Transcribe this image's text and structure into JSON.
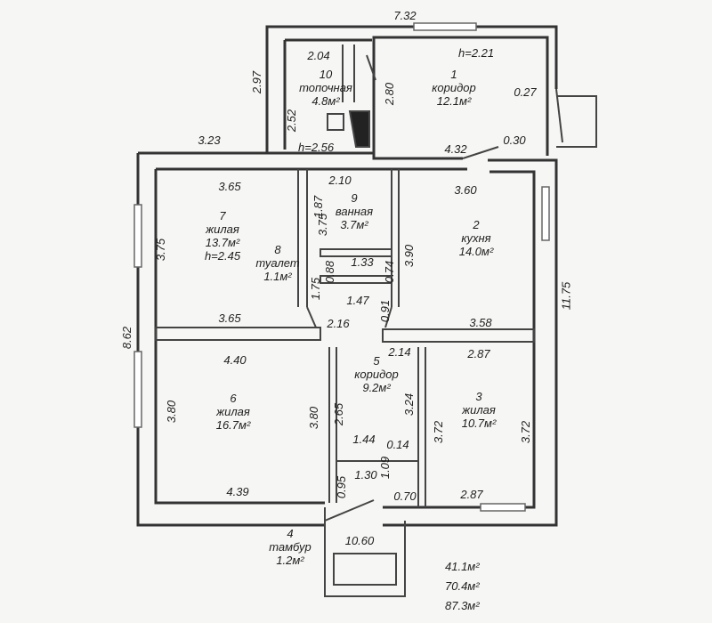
{
  "rooms": [
    {
      "id": "1",
      "name": "коридор",
      "area": "12.1м²",
      "height": "h=2.21"
    },
    {
      "id": "2",
      "name": "кухня",
      "area": "14.0м²"
    },
    {
      "id": "3",
      "name": "жилая",
      "area": "10.7м²"
    },
    {
      "id": "4",
      "name": "тамбур",
      "area": "1.2м²"
    },
    {
      "id": "5",
      "name": "коридор",
      "area": "9.2м²"
    },
    {
      "id": "6",
      "name": "жилая",
      "area": "16.7м²"
    },
    {
      "id": "7",
      "name": "жилая",
      "area": "13.7м²",
      "height": "h=2.45"
    },
    {
      "id": "8",
      "name": "туалет",
      "area": "1.1м²"
    },
    {
      "id": "9",
      "name": "ванная",
      "area": "3.7м²"
    },
    {
      "id": "10",
      "name": "топочная",
      "area": "4.8м²",
      "height": "h=2.56"
    }
  ],
  "dimensions": {
    "top_total": "7.32",
    "d204": "2.04",
    "d297": "2.97",
    "d252": "2.52",
    "d280": "2.80",
    "d027": "0.27",
    "d323": "3.23",
    "d432": "4.32",
    "d030": "0.30",
    "d365a": "3.65",
    "d210": "2.10",
    "d187": "1.87",
    "d360": "3.60",
    "d375a": "3.75",
    "d375b": "3.75",
    "d390": "3.90",
    "d133": "1.33",
    "d088": "0.88",
    "d074": "0.74",
    "d147": "1.47",
    "d175": "1.75",
    "d091": "0.91",
    "d862": "8.62",
    "d1175": "11.75",
    "d365b": "3.65",
    "d216": "2.16",
    "d358": "3.58",
    "d214": "2.14",
    "d287a": "2.87",
    "d440": "4.40",
    "d324": "3.24",
    "d380a": "3.80",
    "d380b": "3.80",
    "d265": "2.65",
    "d372a": "3.72",
    "d372b": "3.72",
    "d144": "1.44",
    "d014": "0.14",
    "d130": "1.30",
    "d109": "1.09",
    "d095": "0.95",
    "d070": "0.70",
    "d439": "4.39",
    "d287b": "2.87",
    "d1060": "10.60"
  },
  "totals": [
    "41.1м²",
    "70.4м²",
    "87.3м²"
  ]
}
